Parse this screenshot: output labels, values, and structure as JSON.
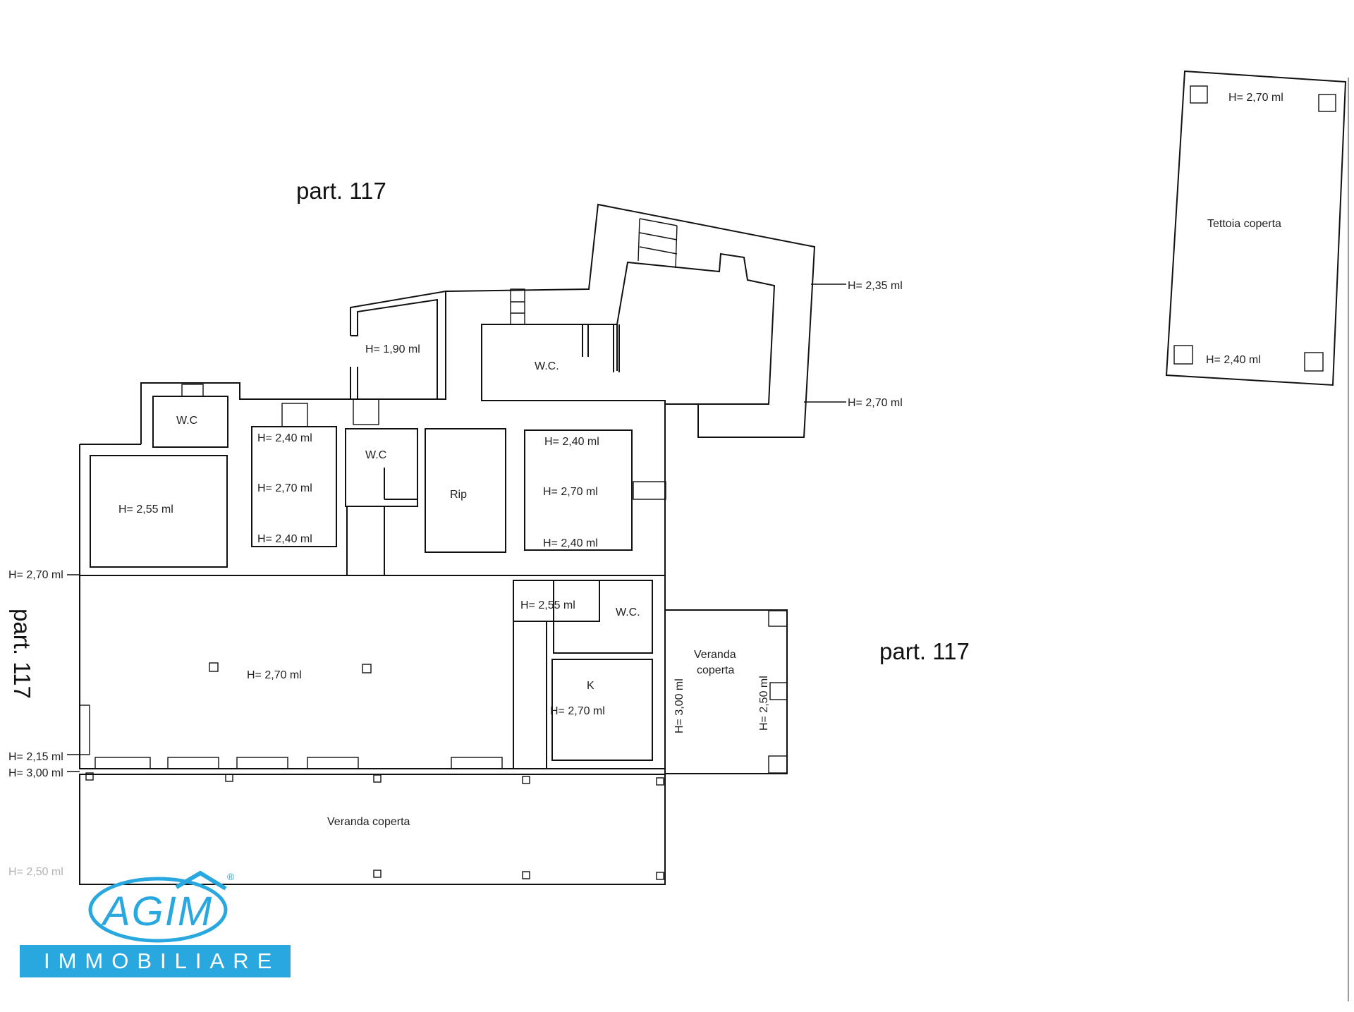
{
  "plot_labels": {
    "top": "part. 117",
    "right": "part. 117",
    "left": "part. 117"
  },
  "rooms": {
    "wc_upper": "W.C.",
    "wc_left": "W.C",
    "wc_center": "W.C",
    "wc_kitchen": "W.C.",
    "rip": "Rip",
    "kitchen": "K",
    "veranda_side_line1": "Veranda",
    "veranda_side_line2": "coperta",
    "veranda_bottom": "Veranda coperta",
    "tettoia": "Tettoia coperta"
  },
  "heights": {
    "h190": "H= 1,90 ml",
    "h235": "H= 2,35 ml",
    "h270_right": "H= 2,70 ml",
    "h255_left": "H= 2,55 ml",
    "h240_a": "H= 2,40 ml",
    "h270_a": "H= 2,70 ml",
    "h240_b": "H= 2,40 ml",
    "h240_c": "H= 2,40 ml",
    "h270_b": "H= 2,70 ml",
    "h240_d": "H= 2,40 ml",
    "h270_left": "H= 2,70 ml",
    "h270_main": "H= 2,70 ml",
    "h255_mid": "H= 2,55 ml",
    "h270_kitchen": "H= 2,70 ml",
    "h300_vertical": "H= 3,00 ml",
    "h250_vertical": "H= 2,50 ml",
    "h215_left": "H= 2,15 ml",
    "h300_left": "H= 3,00 ml",
    "h250_faded": "H= 2,50 ml",
    "h270_tettoia": "H= 2,70 ml",
    "h240_tettoia": "H= 2,40 ml"
  },
  "logo": {
    "letters": "AGIM",
    "registered": "®",
    "tagline": "IMMOBILIARE",
    "colors": {
      "blue": "#29a8e0"
    }
  }
}
